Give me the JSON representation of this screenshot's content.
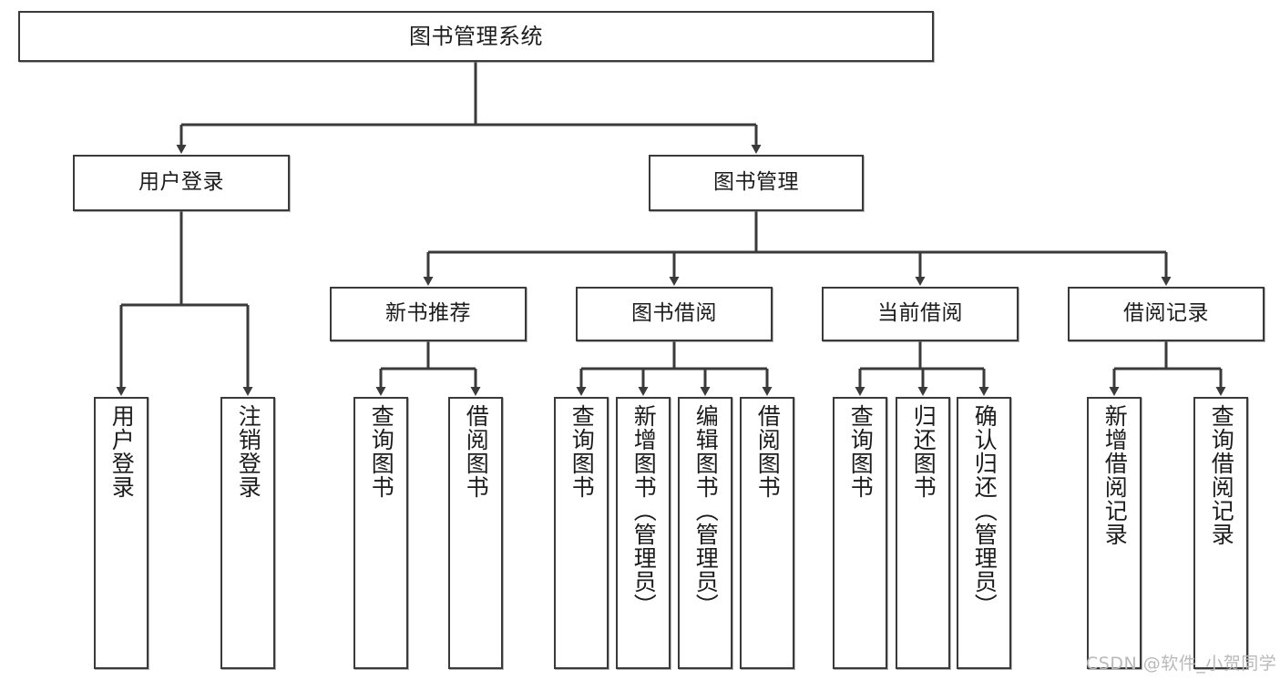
{
  "diagram": {
    "title": "图书管理系统",
    "type": "hierarchy-tree",
    "root": {
      "label": "图书管理系统"
    },
    "level2": [
      {
        "id": "user-login",
        "label": "用户登录"
      },
      {
        "id": "book-manage",
        "label": "图书管理"
      }
    ],
    "level3": [
      {
        "id": "new-book-recommend",
        "label": "新书推荐",
        "parent": "book-manage"
      },
      {
        "id": "book-borrow",
        "label": "图书借阅",
        "parent": "book-manage"
      },
      {
        "id": "current-borrow",
        "label": "当前借阅",
        "parent": "book-manage"
      },
      {
        "id": "borrow-record",
        "label": "借阅记录",
        "parent": "book-manage"
      }
    ],
    "leaves": [
      {
        "id": "leaf-user-login",
        "label": "用户登录",
        "parent": "user-login"
      },
      {
        "id": "leaf-user-logout",
        "label": "注销登录",
        "parent": "user-login"
      },
      {
        "id": "leaf-query-book-1",
        "label": "查询图书",
        "parent": "new-book-recommend"
      },
      {
        "id": "leaf-borrow-book-1",
        "label": "借阅图书",
        "parent": "new-book-recommend"
      },
      {
        "id": "leaf-query-book-2",
        "label": "查询图书",
        "parent": "book-borrow"
      },
      {
        "id": "leaf-add-book",
        "label": "新增图书（管理员）",
        "parent": "book-borrow"
      },
      {
        "id": "leaf-edit-book",
        "label": "编辑图书（管理员）",
        "parent": "book-borrow"
      },
      {
        "id": "leaf-borrow-book-2",
        "label": "借阅图书",
        "parent": "book-borrow"
      },
      {
        "id": "leaf-query-book-3",
        "label": "查询图书",
        "parent": "current-borrow"
      },
      {
        "id": "leaf-return-book",
        "label": "归还图书",
        "parent": "current-borrow"
      },
      {
        "id": "leaf-confirm-return",
        "label": "确认归还（管理员）",
        "parent": "current-borrow"
      },
      {
        "id": "leaf-add-record",
        "label": "新增借阅记录",
        "parent": "borrow-record"
      },
      {
        "id": "leaf-query-record",
        "label": "查询借阅记录",
        "parent": "borrow-record"
      }
    ],
    "watermark": "CSDN @软件_小贺同学",
    "colors": {
      "stroke": "#3a3a3a",
      "box_fill": "#ffffff",
      "text": "#1c1c1c",
      "watermark": "#b9b9b9",
      "background": "#ffffff"
    }
  }
}
